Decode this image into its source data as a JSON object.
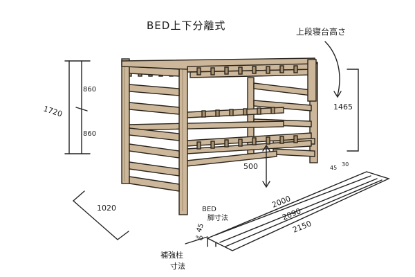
{
  "title": "BED上下分離式",
  "labels": {
    "upper_height_note": "上段寝台高さ",
    "total_height": "1720",
    "upper_part": "860",
    "lower_part": "860",
    "upper_bed_height": "1465",
    "under_clearance": "500",
    "depth": "1020",
    "length_inner": "2000",
    "length_mid": "2090",
    "length_outer": "2150",
    "leg_label": "BED\n脚寸法",
    "leg_size": "45",
    "brace_label": "補強柱\n寸法",
    "brace_size": "30",
    "corner_a": "45",
    "corner_b": "30"
  }
}
